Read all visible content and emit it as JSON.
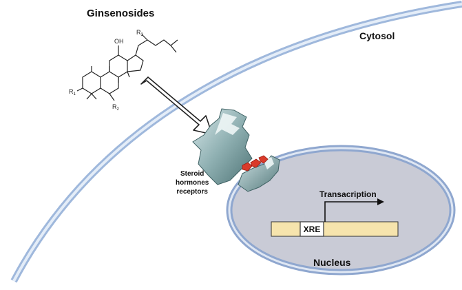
{
  "title": "Ginsenosides",
  "cytosol_label": "Cytosol",
  "receptor_label": [
    "Steroid",
    "hormones",
    "receptors"
  ],
  "transcription_label": "Transacription",
  "xre_label": "XRE",
  "nucleus_label": "Nucleus",
  "molecule_labels": {
    "oh": "OH",
    "r1": "R",
    "r1_sub": "1",
    "r2": "R",
    "r2_sub": "2",
    "r3": "R",
    "r3_sub": "3"
  },
  "colors": {
    "membrane": "#9fb8dc",
    "nucleus_fill": "#c9cbd6",
    "nuclear_envelope": "#8fa7cf",
    "dna_strand": "#f6e4ad",
    "ligand": "#d93a2a",
    "receptor": "#7a9ea0"
  }
}
